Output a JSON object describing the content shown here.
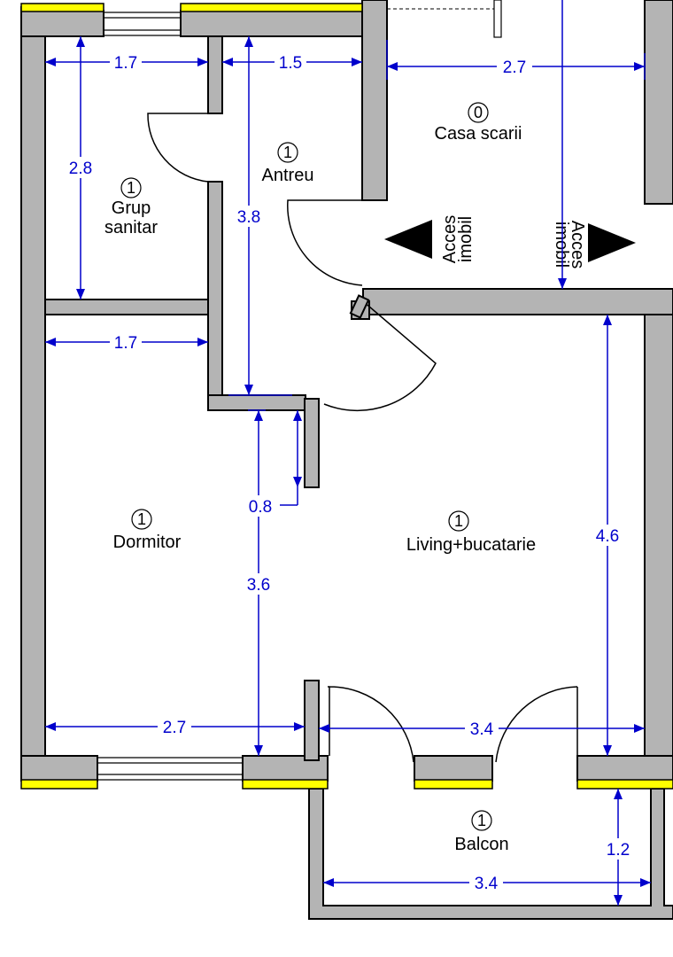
{
  "rooms": {
    "grup_sanitar": {
      "number": "1",
      "name_line1": "Grup",
      "name_line2": "sanitar"
    },
    "antreu": {
      "number": "1",
      "name": "Antreu"
    },
    "casa_scarii": {
      "number": "0",
      "name": "Casa scarii"
    },
    "dormitor": {
      "number": "1",
      "name": "Dormitor"
    },
    "living": {
      "number": "1",
      "name": "Living+bucatarie"
    },
    "balcon": {
      "number": "1",
      "name": "Balcon"
    }
  },
  "access": {
    "left_line1": "Acces",
    "left_line2": "imobil",
    "right_line1": "Acces",
    "right_line2": "imobil"
  },
  "dimensions": {
    "gs_width": "1.7",
    "antreu_width": "1.5",
    "casa_width": "2.7",
    "gs_height": "2.8",
    "antreu_height": "3.8",
    "dorm_top_width": "1.7",
    "stub_length": "0.8",
    "dorm_height": "3.6",
    "living_height": "4.6",
    "dorm_width": "2.7",
    "living_width": "3.4",
    "balcon_depth": "1.2",
    "balcon_width": "3.4"
  }
}
